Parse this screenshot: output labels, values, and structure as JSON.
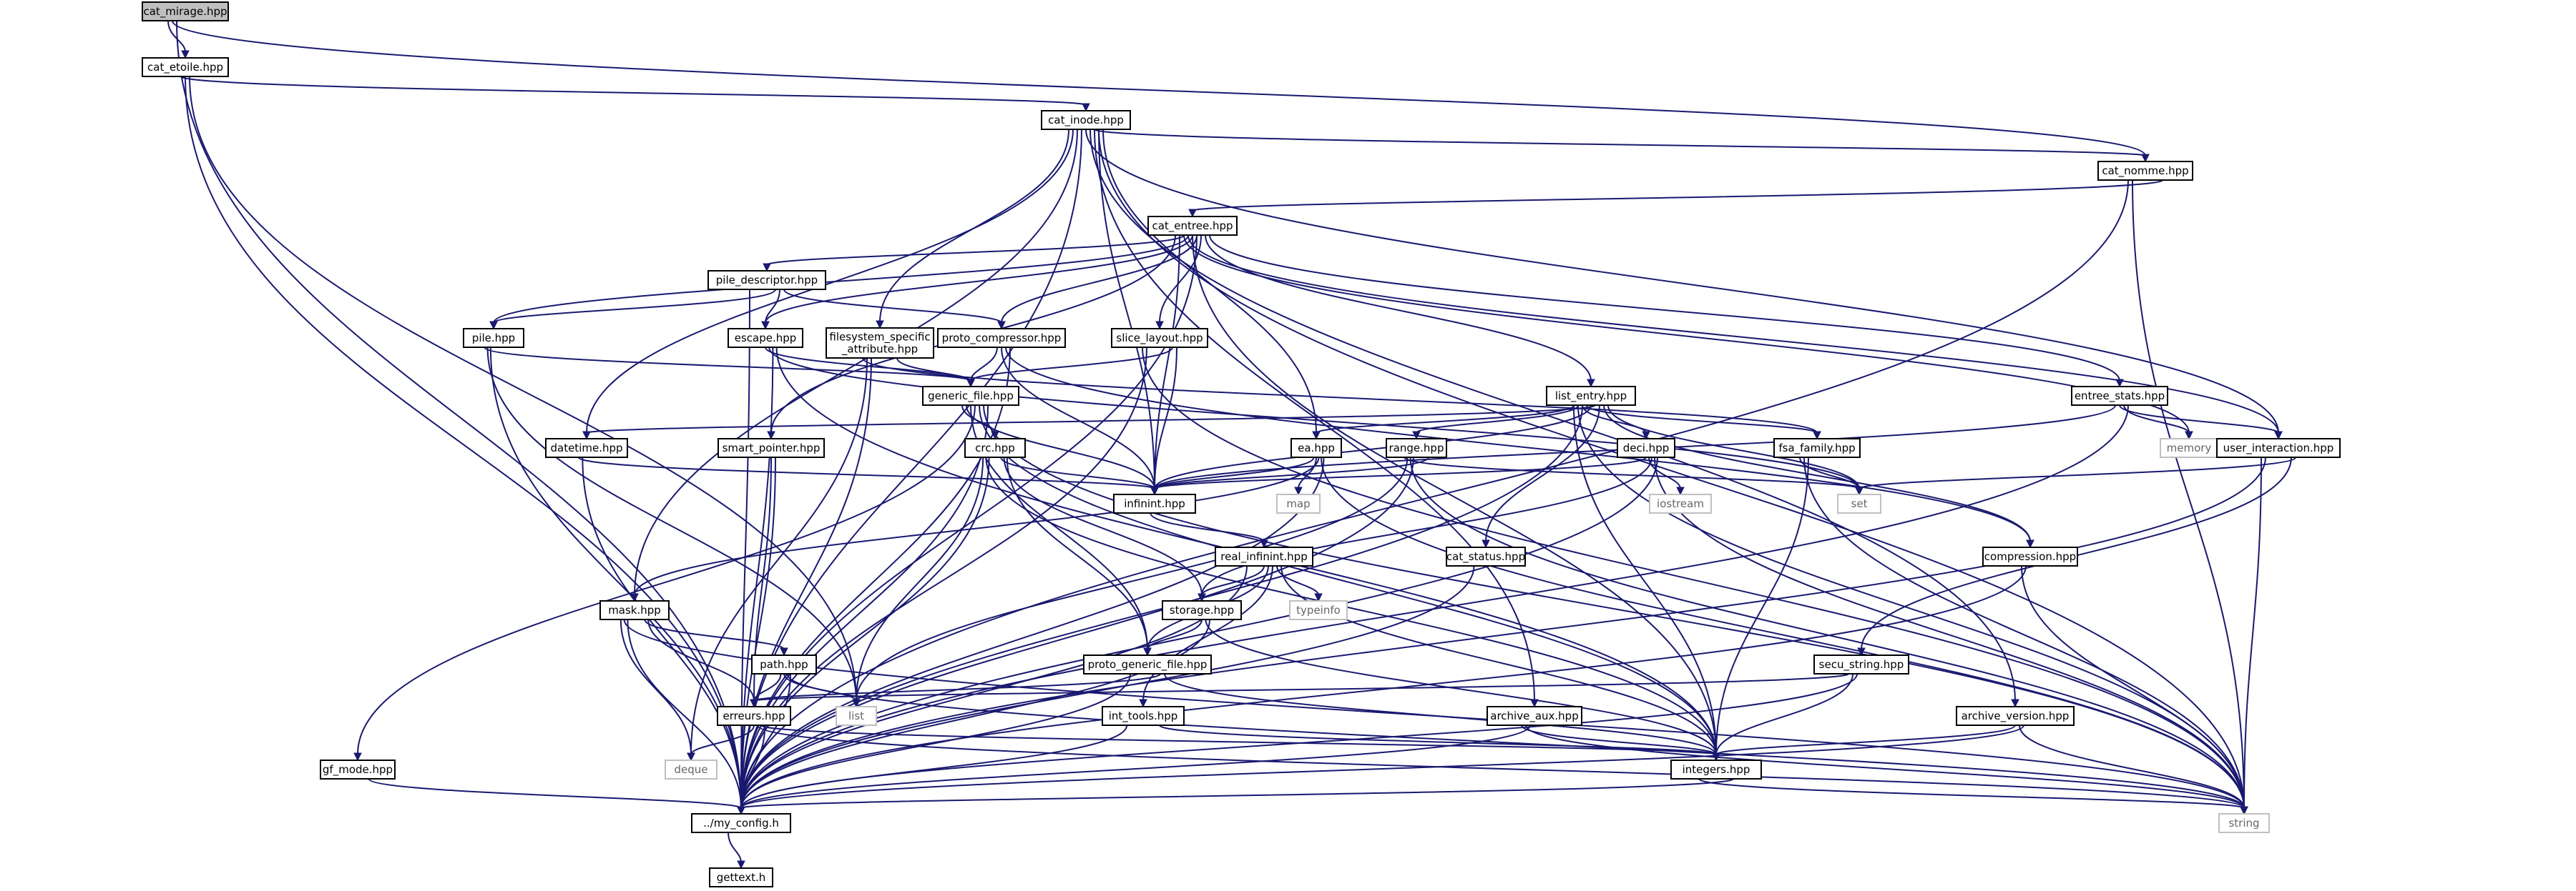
{
  "graph": {
    "nodes": [
      {
        "id": "cat_mirage",
        "label": "cat_mirage.hpp",
        "kind": "root"
      },
      {
        "id": "cat_etoile",
        "label": "cat_etoile.hpp",
        "kind": "file"
      },
      {
        "id": "cat_inode",
        "label": "cat_inode.hpp",
        "kind": "file"
      },
      {
        "id": "cat_nomme",
        "label": "cat_nomme.hpp",
        "kind": "file"
      },
      {
        "id": "cat_entree",
        "label": "cat_entree.hpp",
        "kind": "file"
      },
      {
        "id": "pile_descriptor",
        "label": "pile_descriptor.hpp",
        "kind": "file"
      },
      {
        "id": "pile",
        "label": "pile.hpp",
        "kind": "file"
      },
      {
        "id": "escape",
        "label": "escape.hpp",
        "kind": "file"
      },
      {
        "id": "filesystem_specific",
        "label": "filesystem_specific\n_attribute.hpp",
        "kind": "file"
      },
      {
        "id": "proto_compressor",
        "label": "proto_compressor.hpp",
        "kind": "file"
      },
      {
        "id": "slice_layout",
        "label": "slice_layout.hpp",
        "kind": "file"
      },
      {
        "id": "generic_file",
        "label": "generic_file.hpp",
        "kind": "file"
      },
      {
        "id": "list_entry",
        "label": "list_entry.hpp",
        "kind": "file"
      },
      {
        "id": "entree_stats",
        "label": "entree_stats.hpp",
        "kind": "file"
      },
      {
        "id": "memory",
        "label": "memory",
        "kind": "external"
      },
      {
        "id": "user_interaction",
        "label": "user_interaction.hpp",
        "kind": "file"
      },
      {
        "id": "datetime",
        "label": "datetime.hpp",
        "kind": "file"
      },
      {
        "id": "smart_pointer",
        "label": "smart_pointer.hpp",
        "kind": "file"
      },
      {
        "id": "crc",
        "label": "crc.hpp",
        "kind": "file"
      },
      {
        "id": "ea",
        "label": "ea.hpp",
        "kind": "file"
      },
      {
        "id": "range",
        "label": "range.hpp",
        "kind": "file"
      },
      {
        "id": "deci",
        "label": "deci.hpp",
        "kind": "file"
      },
      {
        "id": "fsa_family",
        "label": "fsa_family.hpp",
        "kind": "file"
      },
      {
        "id": "map",
        "label": "map",
        "kind": "external"
      },
      {
        "id": "infinint",
        "label": "infinint.hpp",
        "kind": "file"
      },
      {
        "id": "iostream",
        "label": "iostream",
        "kind": "external"
      },
      {
        "id": "set",
        "label": "set",
        "kind": "external"
      },
      {
        "id": "real_infinint",
        "label": "real_infinint.hpp",
        "kind": "file"
      },
      {
        "id": "cat_status",
        "label": "cat_status.hpp",
        "kind": "file"
      },
      {
        "id": "compression",
        "label": "compression.hpp",
        "kind": "file"
      },
      {
        "id": "typeinfo",
        "label": "typeinfo",
        "kind": "external"
      },
      {
        "id": "storage",
        "label": "storage.hpp",
        "kind": "file"
      },
      {
        "id": "mask",
        "label": "mask.hpp",
        "kind": "file"
      },
      {
        "id": "path",
        "label": "path.hpp",
        "kind": "file"
      },
      {
        "id": "proto_generic_file",
        "label": "proto_generic_file.hpp",
        "kind": "file"
      },
      {
        "id": "secu_string",
        "label": "secu_string.hpp",
        "kind": "file"
      },
      {
        "id": "list",
        "label": "list",
        "kind": "external"
      },
      {
        "id": "erreurs",
        "label": "erreurs.hpp",
        "kind": "file"
      },
      {
        "id": "int_tools",
        "label": "int_tools.hpp",
        "kind": "file"
      },
      {
        "id": "archive_aux",
        "label": "archive_aux.hpp",
        "kind": "file"
      },
      {
        "id": "archive_version",
        "label": "archive_version.hpp",
        "kind": "file"
      },
      {
        "id": "gf_mode",
        "label": "gf_mode.hpp",
        "kind": "file"
      },
      {
        "id": "deque",
        "label": "deque",
        "kind": "external"
      },
      {
        "id": "integers",
        "label": "integers.hpp",
        "kind": "file"
      },
      {
        "id": "my_config",
        "label": "../my_config.h",
        "kind": "file"
      },
      {
        "id": "string",
        "label": "string",
        "kind": "external"
      },
      {
        "id": "gettext",
        "label": "gettext.h",
        "kind": "file"
      }
    ],
    "edges": [
      [
        "cat_mirage",
        "cat_etoile"
      ],
      [
        "cat_mirage",
        "cat_nomme"
      ],
      [
        "cat_mirage",
        "my_config"
      ],
      [
        "cat_etoile",
        "cat_inode"
      ],
      [
        "cat_etoile",
        "my_config"
      ],
      [
        "cat_etoile",
        "list"
      ],
      [
        "cat_inode",
        "cat_nomme"
      ],
      [
        "cat_inode",
        "infinint"
      ],
      [
        "cat_inode",
        "ea"
      ],
      [
        "cat_inode",
        "filesystem_specific"
      ],
      [
        "cat_inode",
        "datetime"
      ],
      [
        "cat_inode",
        "mask"
      ],
      [
        "cat_inode",
        "my_config"
      ],
      [
        "cat_inode",
        "user_interaction"
      ],
      [
        "cat_inode",
        "archive_version"
      ],
      [
        "cat_inode",
        "archive_aux"
      ],
      [
        "cat_inode",
        "string"
      ],
      [
        "cat_nomme",
        "cat_entree"
      ],
      [
        "cat_nomme",
        "my_config"
      ],
      [
        "cat_nomme",
        "string"
      ],
      [
        "cat_entree",
        "pile_descriptor"
      ],
      [
        "cat_entree",
        "pile"
      ],
      [
        "cat_entree",
        "escape"
      ],
      [
        "cat_entree",
        "proto_compressor"
      ],
      [
        "cat_entree",
        "slice_layout"
      ],
      [
        "cat_entree",
        "list_entry"
      ],
      [
        "cat_entree",
        "entree_stats"
      ],
      [
        "cat_entree",
        "smart_pointer"
      ],
      [
        "cat_entree",
        "infinint"
      ],
      [
        "cat_entree",
        "memory"
      ],
      [
        "cat_entree",
        "user_interaction"
      ],
      [
        "cat_entree",
        "integers"
      ],
      [
        "cat_entree",
        "my_config"
      ],
      [
        "pile_descriptor",
        "pile"
      ],
      [
        "pile_descriptor",
        "escape"
      ],
      [
        "pile_descriptor",
        "proto_compressor"
      ],
      [
        "pile_descriptor",
        "my_config"
      ],
      [
        "pile",
        "generic_file"
      ],
      [
        "pile",
        "list"
      ],
      [
        "pile",
        "my_config"
      ],
      [
        "escape",
        "generic_file"
      ],
      [
        "escape",
        "set"
      ],
      [
        "escape",
        "my_config"
      ],
      [
        "escape",
        "integers"
      ],
      [
        "filesystem_specific",
        "generic_file"
      ],
      [
        "filesystem_specific",
        "fsa_family"
      ],
      [
        "filesystem_specific",
        "deque"
      ],
      [
        "filesystem_specific",
        "my_config"
      ],
      [
        "proto_compressor",
        "generic_file"
      ],
      [
        "proto_compressor",
        "infinint"
      ],
      [
        "proto_compressor",
        "compression"
      ],
      [
        "proto_compressor",
        "my_config"
      ],
      [
        "slice_layout",
        "generic_file"
      ],
      [
        "slice_layout",
        "infinint"
      ],
      [
        "slice_layout",
        "string"
      ],
      [
        "slice_layout",
        "my_config"
      ],
      [
        "generic_file",
        "crc"
      ],
      [
        "generic_file",
        "infinint"
      ],
      [
        "generic_file",
        "proto_generic_file"
      ],
      [
        "generic_file",
        "gf_mode"
      ],
      [
        "generic_file",
        "integers"
      ],
      [
        "generic_file",
        "string"
      ],
      [
        "generic_file",
        "my_config"
      ],
      [
        "list_entry",
        "ea"
      ],
      [
        "list_entry",
        "range"
      ],
      [
        "list_entry",
        "deci"
      ],
      [
        "list_entry",
        "fsa_family"
      ],
      [
        "list_entry",
        "infinint"
      ],
      [
        "list_entry",
        "datetime"
      ],
      [
        "list_entry",
        "cat_status"
      ],
      [
        "list_entry",
        "compression"
      ],
      [
        "list_entry",
        "set"
      ],
      [
        "list_entry",
        "integers"
      ],
      [
        "list_entry",
        "string"
      ],
      [
        "list_entry",
        "my_config"
      ],
      [
        "entree_stats",
        "infinint"
      ],
      [
        "entree_stats",
        "user_interaction"
      ],
      [
        "entree_stats",
        "memory"
      ],
      [
        "entree_stats",
        "my_config"
      ],
      [
        "user_interaction",
        "secu_string"
      ],
      [
        "user_interaction",
        "set"
      ],
      [
        "user_interaction",
        "string"
      ],
      [
        "user_interaction",
        "my_config"
      ],
      [
        "datetime",
        "infinint"
      ],
      [
        "datetime",
        "my_config"
      ],
      [
        "smart_pointer",
        "erreurs"
      ],
      [
        "smart_pointer",
        "my_config"
      ],
      [
        "crc",
        "infinint"
      ],
      [
        "crc",
        "storage"
      ],
      [
        "crc",
        "proto_generic_file"
      ],
      [
        "crc",
        "list"
      ],
      [
        "crc",
        "integers"
      ],
      [
        "crc",
        "my_config"
      ],
      [
        "ea",
        "infinint"
      ],
      [
        "ea",
        "map"
      ],
      [
        "ea",
        "mask"
      ],
      [
        "ea",
        "string"
      ],
      [
        "ea",
        "my_config"
      ],
      [
        "range",
        "infinint"
      ],
      [
        "range",
        "set"
      ],
      [
        "range",
        "list"
      ],
      [
        "range",
        "string"
      ],
      [
        "range",
        "my_config"
      ],
      [
        "deci",
        "infinint"
      ],
      [
        "deci",
        "iostream"
      ],
      [
        "deci",
        "storage"
      ],
      [
        "deci",
        "string"
      ],
      [
        "deci",
        "my_config"
      ],
      [
        "fsa_family",
        "set"
      ],
      [
        "fsa_family",
        "string"
      ],
      [
        "fsa_family",
        "integers"
      ],
      [
        "infinint",
        "real_infinint"
      ],
      [
        "real_infinint",
        "storage"
      ],
      [
        "real_infinint",
        "proto_generic_file"
      ],
      [
        "real_infinint",
        "int_tools"
      ],
      [
        "real_infinint",
        "typeinfo"
      ],
      [
        "real_infinint",
        "integers"
      ],
      [
        "real_infinint",
        "my_config"
      ],
      [
        "cat_status",
        "my_config"
      ],
      [
        "compression",
        "string"
      ],
      [
        "compression",
        "my_config"
      ],
      [
        "storage",
        "proto_generic_file"
      ],
      [
        "storage",
        "integers"
      ],
      [
        "storage",
        "my_config"
      ],
      [
        "mask",
        "path"
      ],
      [
        "mask",
        "erreurs"
      ],
      [
        "mask",
        "deque"
      ],
      [
        "mask",
        "string"
      ],
      [
        "mask",
        "my_config"
      ],
      [
        "path",
        "erreurs"
      ],
      [
        "path",
        "list"
      ],
      [
        "path",
        "string"
      ],
      [
        "path",
        "my_config"
      ],
      [
        "proto_generic_file",
        "erreurs"
      ],
      [
        "proto_generic_file",
        "integers"
      ],
      [
        "proto_generic_file",
        "my_config"
      ],
      [
        "secu_string",
        "erreurs"
      ],
      [
        "secu_string",
        "integers"
      ],
      [
        "secu_string",
        "my_config"
      ],
      [
        "erreurs",
        "deque"
      ],
      [
        "erreurs",
        "string"
      ],
      [
        "erreurs",
        "integers"
      ],
      [
        "erreurs",
        "my_config"
      ],
      [
        "int_tools",
        "integers"
      ],
      [
        "int_tools",
        "my_config"
      ],
      [
        "archive_aux",
        "integers"
      ],
      [
        "archive_aux",
        "string"
      ],
      [
        "archive_aux",
        "my_config"
      ],
      [
        "archive_version",
        "integers"
      ],
      [
        "archive_version",
        "string"
      ],
      [
        "archive_version",
        "my_config"
      ],
      [
        "gf_mode",
        "my_config"
      ],
      [
        "integers",
        "my_config"
      ],
      [
        "integers",
        "string"
      ],
      [
        "my_config",
        "gettext"
      ]
    ]
  }
}
